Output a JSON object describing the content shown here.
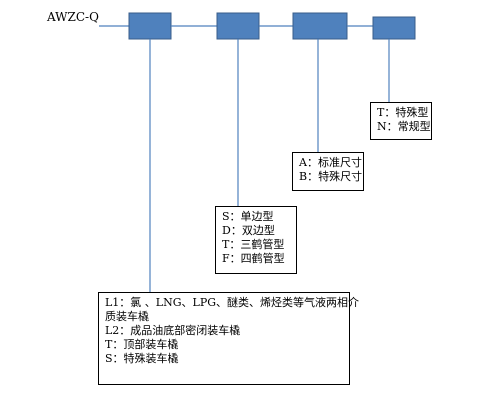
{
  "model_prefix": "AWZC-Q",
  "colors": {
    "code_box": "#4f81bd",
    "connector": "#4f81bd",
    "text": "#000000"
  },
  "groups": {
    "medium": {
      "items": [
        "L1：氯 、LNG、LPG、醚类、烯烃类等气液两相介",
        "质装车橇",
        "L2：成品油底部密闭装车橇",
        "T：顶部装车橇",
        "S：特殊装车橇"
      ]
    },
    "arm_type": {
      "items": [
        "S：单边型",
        "D：双边型",
        "T：三鹤管型",
        "F：四鹤管型"
      ]
    },
    "size": {
      "items": [
        "A：标准尺寸",
        "B：特殊尺寸"
      ]
    },
    "variant": {
      "items": [
        "T：特殊型",
        "N：常规型"
      ]
    }
  }
}
